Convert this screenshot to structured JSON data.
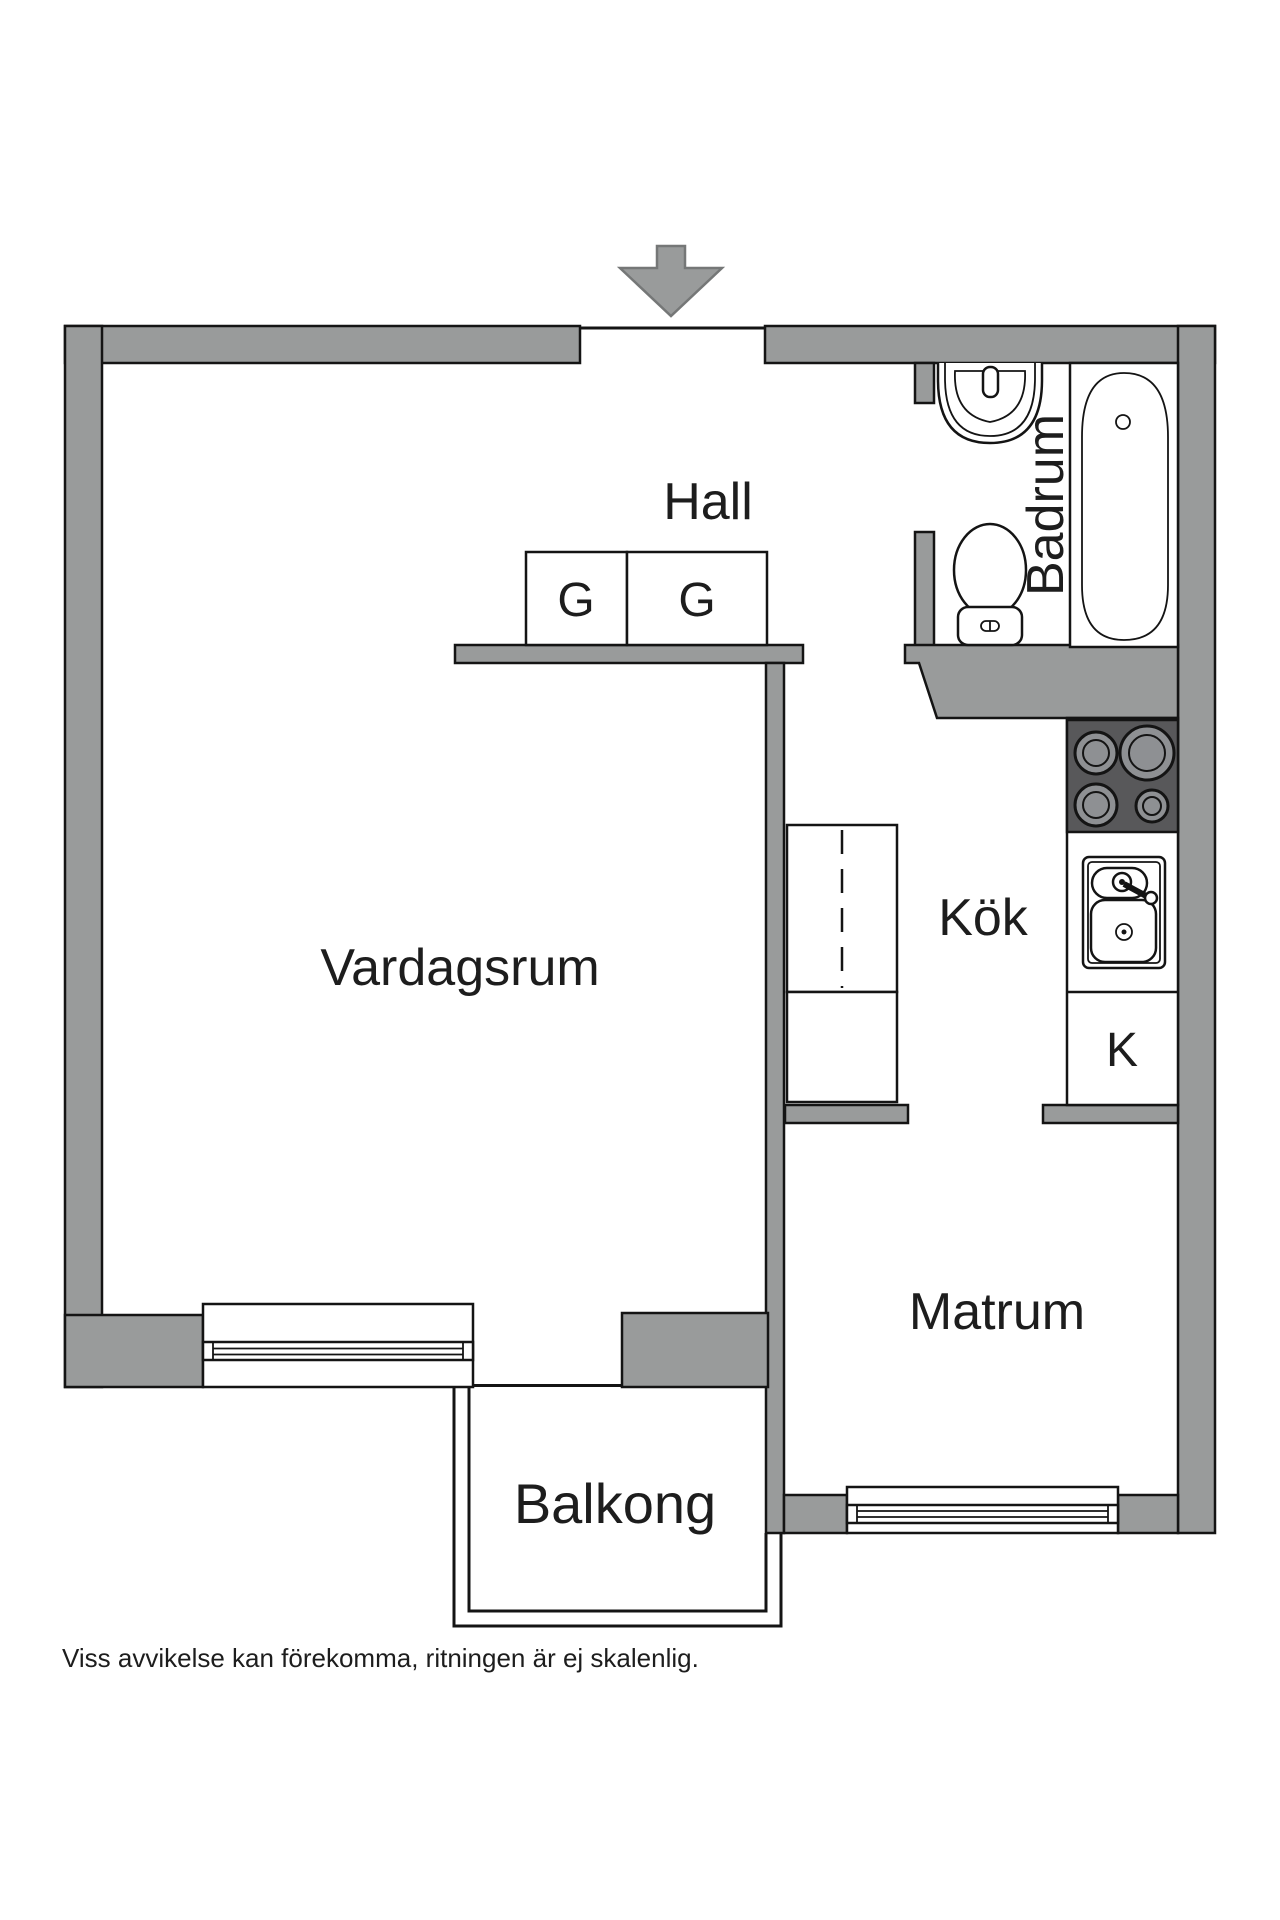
{
  "rooms": {
    "hall": {
      "label": "Hall"
    },
    "badrum": {
      "label": "Badrum"
    },
    "vardagsrum": {
      "label": "Vardagsrum"
    },
    "kok": {
      "label": "Kök"
    },
    "matrum": {
      "label": "Matrum"
    },
    "balkong": {
      "label": "Balkong"
    }
  },
  "fixtures": {
    "closet_left": {
      "label": "G"
    },
    "closet_right": {
      "label": "G"
    },
    "fridge": {
      "label": "K"
    }
  },
  "icons": {
    "entry_arrow": "entry-arrow-icon",
    "bathroom_sink": "bathroom-sink-icon",
    "toilet": "toilet-icon",
    "bathtub": "bathtub-icon",
    "stove": "stove-icon",
    "kitchen_sink": "kitchen-sink-icon",
    "window_living": "window-icon",
    "window_dining": "window-icon",
    "balcony_railing": "balcony-railing-icon"
  },
  "footer": {
    "disclaimer": "Viss avvikelse kan förekomma, ritningen är ej skalenlig."
  },
  "colors": {
    "wall": "#999b9b",
    "wall_outline": "#141414",
    "line": "#141414",
    "stove": "#58585a",
    "burner": "#8e9093",
    "arrow": "#999b9b",
    "arrow_outline": "#757777",
    "text": "#1d1d1d",
    "background": "#ffffff"
  }
}
